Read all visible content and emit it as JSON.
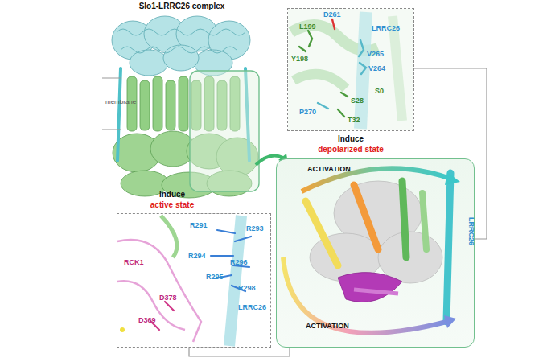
{
  "diagram": {
    "nodes": [
      {
        "text": [
          "L199",
          "D261",
          "LRRC26",
          "Y198",
          "V265",
          "V264",
          "S0",
          "S28",
          "P270",
          "T32",
          "Induce",
          "depolarized state"
        ]
      },
      {
        "text": [
          "ACTIVATION",
          "LRRC26",
          "ACTIVATION"
        ]
      },
      {
        "text": [
          "R291",
          "R293",
          "R294",
          "R296",
          "R295",
          "R298",
          "LRRC26",
          "RCK1",
          "D378",
          "D369",
          "Induce",
          "active state"
        ]
      }
    ],
    "edges": [
      {
        "from": 0,
        "to": 1,
        "arrow": "none"
      },
      {
        "from": 2,
        "to": 1,
        "arrow": "none"
      }
    ],
    "labels": [
      "Slo1-LRRC26 complex",
      "membrane"
    ]
  }
}
